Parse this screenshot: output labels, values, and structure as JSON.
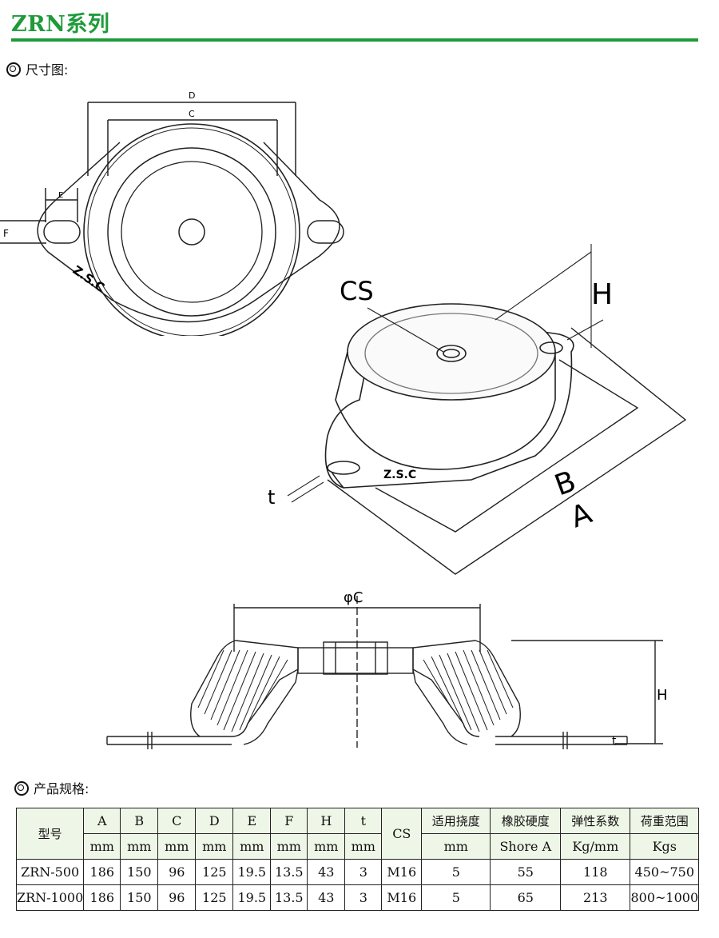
{
  "header": {
    "title": "ZRN系列"
  },
  "sections": {
    "dimensions_label": "尺寸图:",
    "specs_label": "产品规格:"
  },
  "drawing": {
    "top_view": {
      "d": "D",
      "c": "C",
      "e": "E",
      "f": "F",
      "brand": "Z.S.C"
    },
    "iso_view": {
      "cs": "CS",
      "h": "H",
      "t": "t",
      "b": "B",
      "a": "A",
      "brand": "Z.S.C"
    },
    "section_view": {
      "phi_c": "φC",
      "h": "H",
      "t": "t"
    }
  },
  "table": {
    "model_header": "型号",
    "cs_header": "CS",
    "columns": [
      {
        "label": "A",
        "unit": "mm"
      },
      {
        "label": "B",
        "unit": "mm"
      },
      {
        "label": "C",
        "unit": "mm"
      },
      {
        "label": "D",
        "unit": "mm"
      },
      {
        "label": "E",
        "unit": "mm"
      },
      {
        "label": "F",
        "unit": "mm"
      },
      {
        "label": "H",
        "unit": "mm"
      },
      {
        "label": "t",
        "unit": "mm"
      }
    ],
    "extra_columns": [
      {
        "label": "适用挠度",
        "unit": "mm"
      },
      {
        "label": "橡胶硬度",
        "unit": "Shore A"
      },
      {
        "label": "弹性系数",
        "unit": "Kg/mm"
      },
      {
        "label": "荷重范围",
        "unit": "Kgs"
      }
    ],
    "rows": [
      {
        "model": "ZRN-500",
        "values": [
          "186",
          "150",
          "96",
          "125",
          "19.5",
          "13.5",
          "43",
          "3"
        ],
        "cs": "M16",
        "extra": [
          "5",
          "55",
          "118",
          "450~750"
        ]
      },
      {
        "model": "ZRN-1000",
        "values": [
          "186",
          "150",
          "96",
          "125",
          "19.5",
          "13.5",
          "43",
          "3"
        ],
        "cs": "M16",
        "extra": [
          "5",
          "65",
          "213",
          "800~1000"
        ]
      }
    ]
  }
}
